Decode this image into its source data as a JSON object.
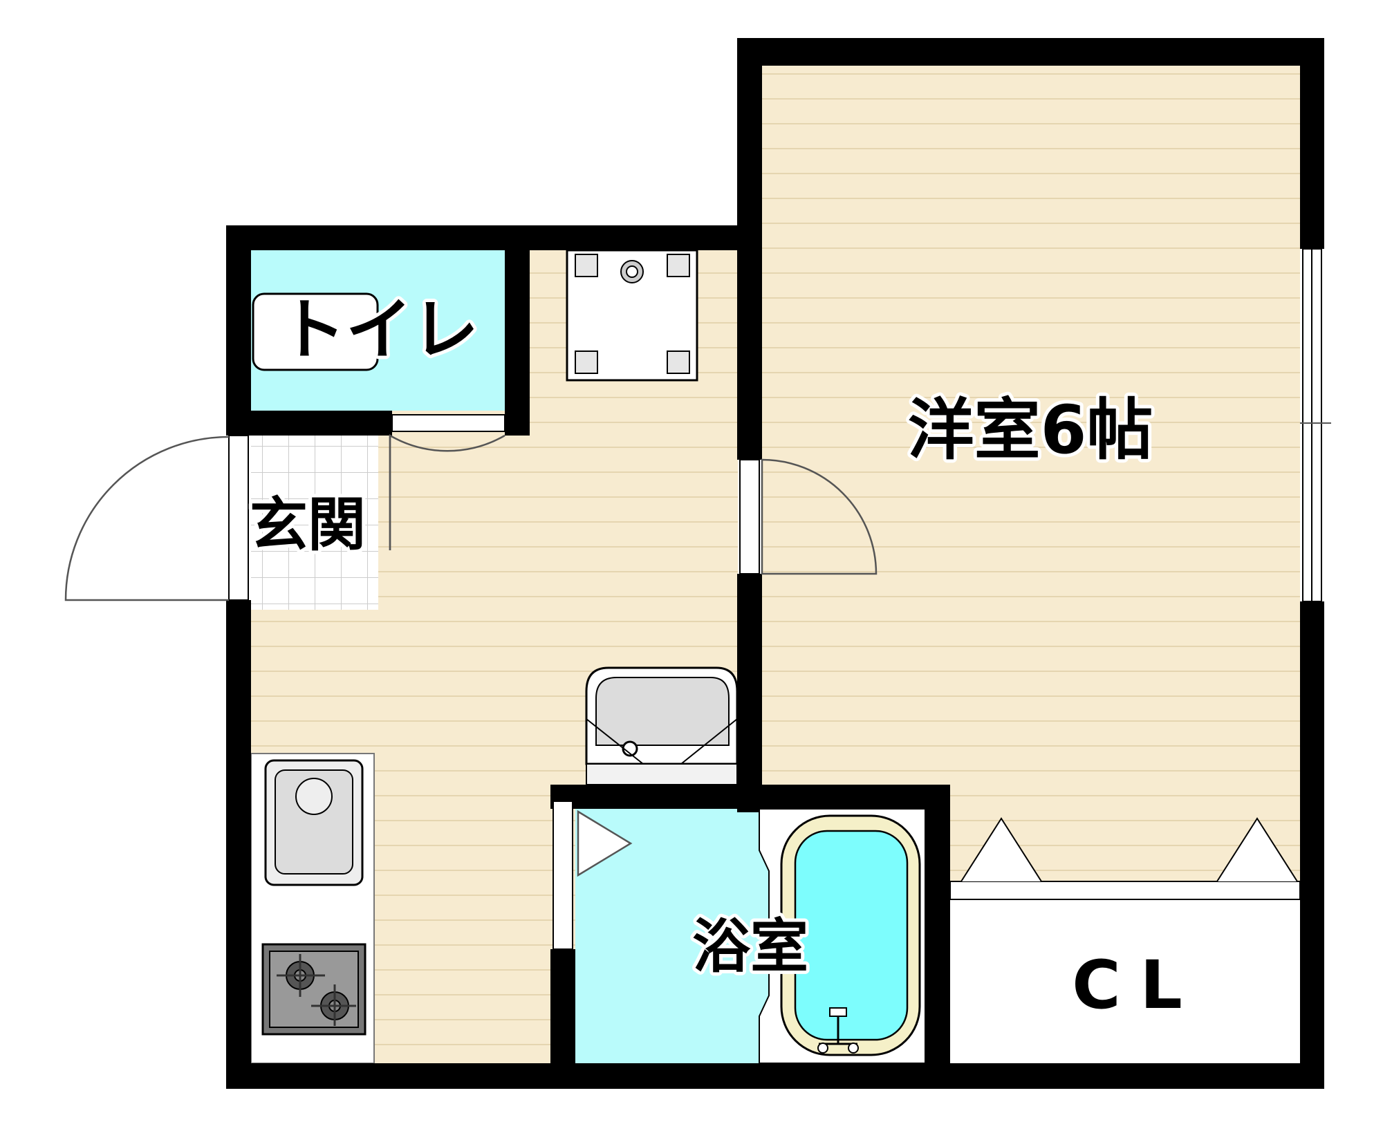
{
  "rooms": {
    "western_room": "洋室6帖",
    "toilet": "トイレ",
    "entrance": "玄関",
    "bathroom": "浴室",
    "closet": "CL"
  },
  "colors": {
    "wall": "#000000",
    "floor_wood": "#f7ebd0",
    "floor_plank_line": "#e5d5b0",
    "wet_area": "#b9fbfb",
    "bathtub_water": "#7dfdfd",
    "bathtub_rim": "#f5f0c8",
    "fixture_gray": "#dcdcdc",
    "fixture_dark": "#555555",
    "door_line": "#555555"
  }
}
